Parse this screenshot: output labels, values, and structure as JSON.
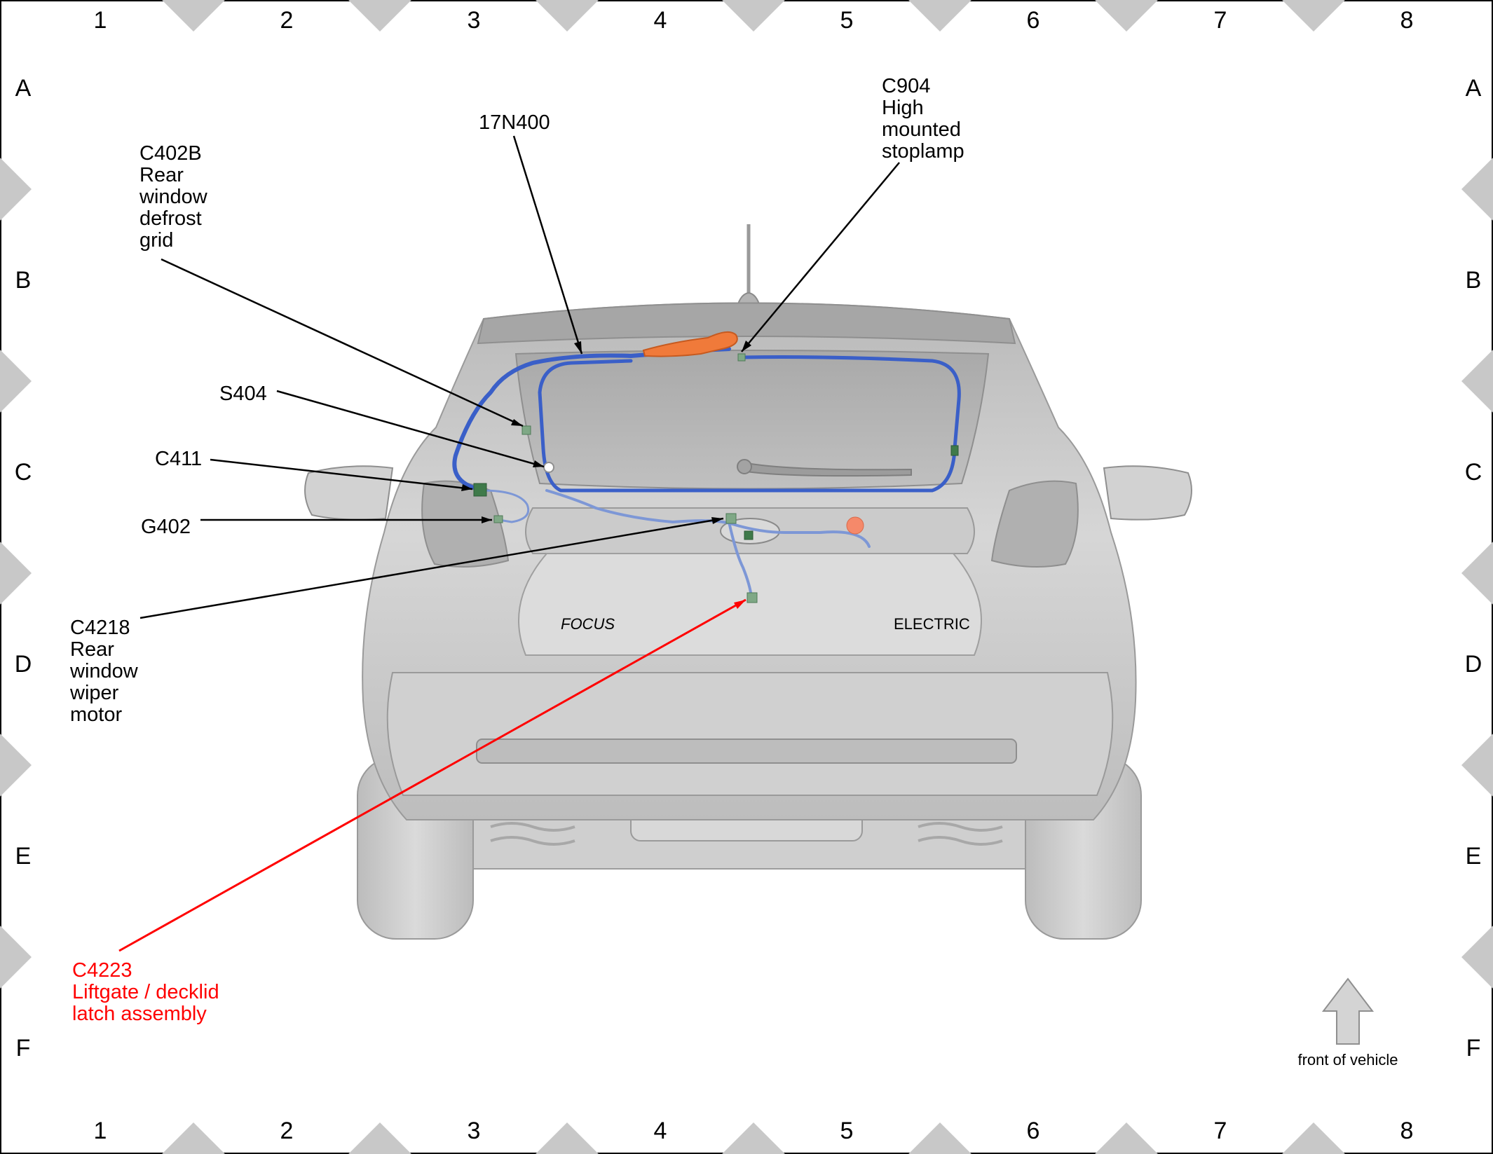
{
  "grid": {
    "columns": [
      "1",
      "2",
      "3",
      "4",
      "5",
      "6",
      "7",
      "8"
    ],
    "rows": [
      "A",
      "B",
      "C",
      "D",
      "E",
      "F"
    ]
  },
  "labels": {
    "c904": [
      "C904",
      "High",
      "mounted",
      "stoplamp"
    ],
    "n17n400": [
      "17N400"
    ],
    "c402b": [
      "C402B",
      "Rear",
      "window",
      "defrost",
      "grid"
    ],
    "s404": [
      "S404"
    ],
    "c411": [
      "C411"
    ],
    "g402": [
      "G402"
    ],
    "c4218": [
      "C4218",
      "Rear",
      "window",
      "wiper",
      "motor"
    ],
    "c4223": [
      "C4223",
      "Liftgate / decklid",
      "latch assembly"
    ]
  },
  "badges": {
    "focus": "FOCUS",
    "electric": "ELECTRIC"
  },
  "orientation": {
    "text": "front of vehicle",
    "icon": "up-arrow-icon"
  },
  "colors": {
    "leader": "#000000",
    "highlight": "#ff0000",
    "harness": "#3a5fc8",
    "harness_light": "#7d97d6",
    "connector": "#3f7a4a",
    "connector_light": "#7fa886",
    "body": "#c6c6c6",
    "orange_part": "#f07a3a",
    "border": "#000000",
    "grid_marker": "#c8c8c8"
  }
}
